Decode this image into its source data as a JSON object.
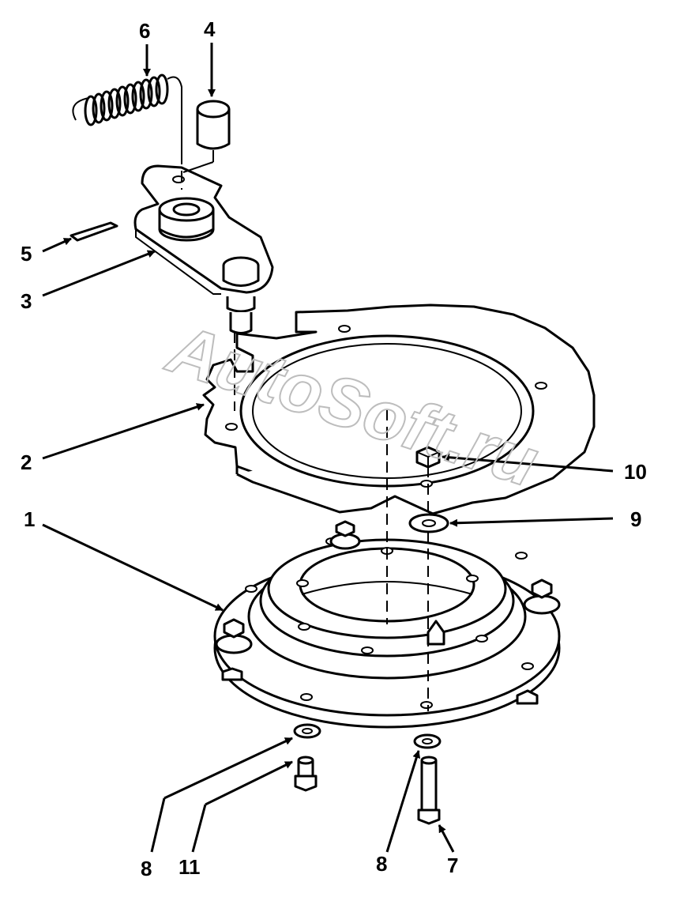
{
  "watermark": "AutoSoft.ru",
  "callouts": {
    "c1": "1",
    "c2": "2",
    "c3": "3",
    "c4": "4",
    "c5": "5",
    "c6": "6",
    "c7": "7",
    "c8a": "8",
    "c8b": "8",
    "c9": "9",
    "c10": "10",
    "c11": "11"
  },
  "colors": {
    "ink": "#000000",
    "paper": "#ffffff",
    "watermark": "#bdbdbd"
  }
}
